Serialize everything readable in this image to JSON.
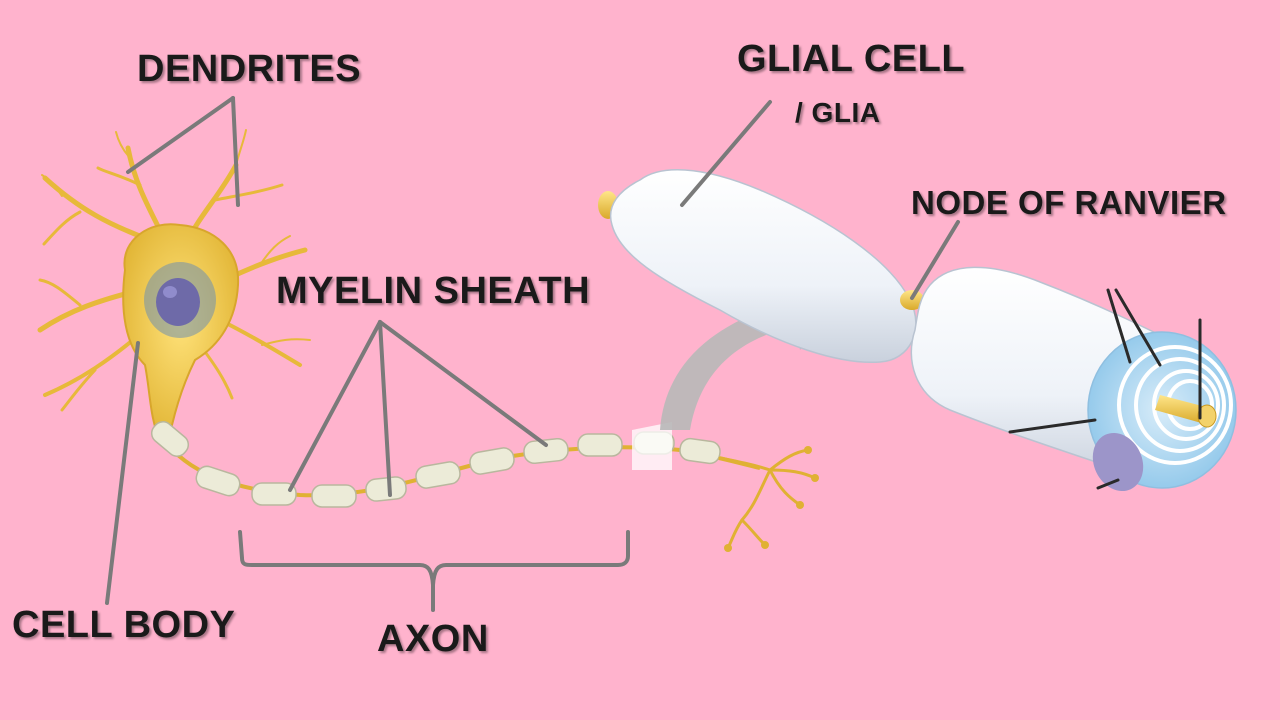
{
  "labels": {
    "dendrites": "DENDRITES",
    "glial_cell": "GLIAL CELL",
    "glia": "/ GLIA",
    "node_of_ranvier": "NODE OF RANVIER",
    "myelin_sheath": "MYELIN SHEATH",
    "cell_body": "CELL BODY",
    "axon": "AXON"
  },
  "colors": {
    "background": "#ffb3cd",
    "neuron": "#f2c94c",
    "myelin": "#ecebd8",
    "glial_cell": "#e9eef5",
    "leader_line": "#7a7a7a"
  }
}
